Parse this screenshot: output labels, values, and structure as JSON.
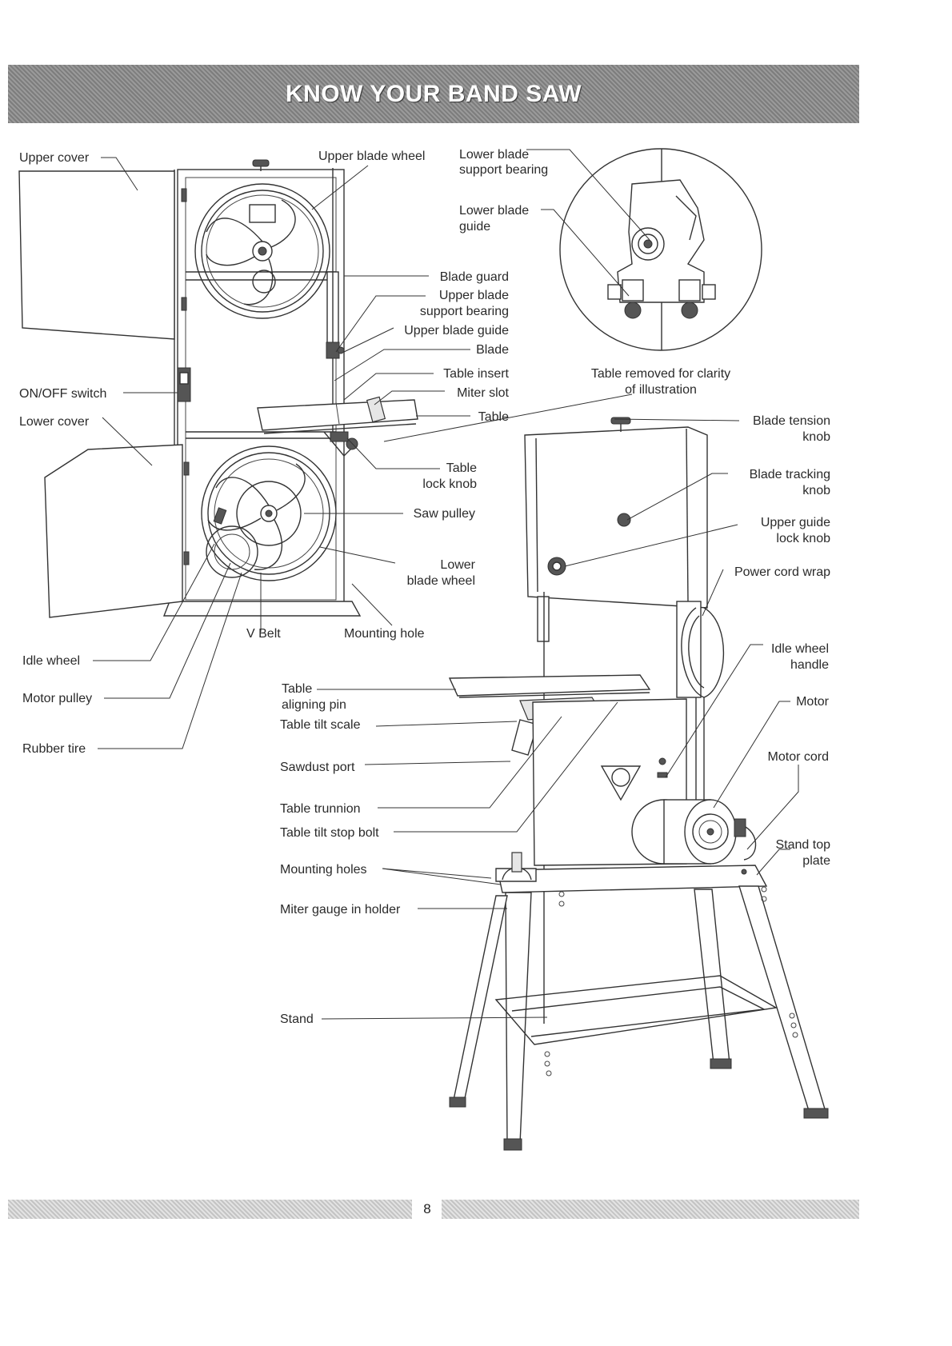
{
  "header": {
    "title": "KNOW YOUR BAND SAW"
  },
  "footer": {
    "page_number": "8"
  },
  "labels": {
    "upper_cover": "Upper cover",
    "upper_blade_wheel": "Upper blade wheel",
    "lower_blade_support_bearing_1": "Lower blade",
    "lower_blade_support_bearing_2": "support bearing",
    "lower_blade_guide_1": "Lower blade",
    "lower_blade_guide_2": "guide",
    "blade_guard": "Blade guard",
    "upper_blade_support_bearing_1": "Upper blade",
    "upper_blade_support_bearing_2": "support bearing",
    "upper_blade_guide": "Upper blade guide",
    "blade": "Blade",
    "table_insert": "Table insert",
    "miter_slot": "Miter slot",
    "table_top": "Table",
    "on_off_switch": "ON/OFF switch",
    "lower_cover": "Lower cover",
    "table_lock_knob_1": "Table",
    "table_lock_knob_2": "lock knob",
    "saw_pulley": "Saw pulley",
    "lower_blade_wheel_1": "Lower",
    "lower_blade_wheel_2": "blade wheel",
    "v_belt": "V Belt",
    "mounting_hole": "Mounting hole",
    "idle_wheel": "Idle wheel",
    "motor_pulley": "Motor pulley",
    "rubber_tire": "Rubber tire",
    "table_removed_1": "Table removed for clarity",
    "table_removed_2": "of illustration",
    "blade_tension_knob_1": "Blade tension",
    "blade_tension_knob_2": "knob",
    "blade_tracking_knob_1": "Blade tracking",
    "blade_tracking_knob_2": "knob",
    "upper_guide_lock_knob_1": "Upper guide",
    "upper_guide_lock_knob_2": "lock knob",
    "power_cord_wrap": "Power cord wrap",
    "idle_wheel_handle_1": "Idle wheel",
    "idle_wheel_handle_2": "handle",
    "motor": "Motor",
    "motor_cord": "Motor cord",
    "stand_top_plate_1": "Stand top",
    "stand_top_plate_2": "plate",
    "table_aligning_pin_1": "Table",
    "table_aligning_pin_2": "aligning pin",
    "table_tilt_scale": "Table tilt scale",
    "sawdust_port": "Sawdust port",
    "table_trunnion": "Table trunnion",
    "table_tilt_stop_bolt": "Table tilt stop bolt",
    "mounting_holes": "Mounting holes",
    "miter_gauge_in_holder": "Miter gauge in holder",
    "stand": "Stand"
  }
}
